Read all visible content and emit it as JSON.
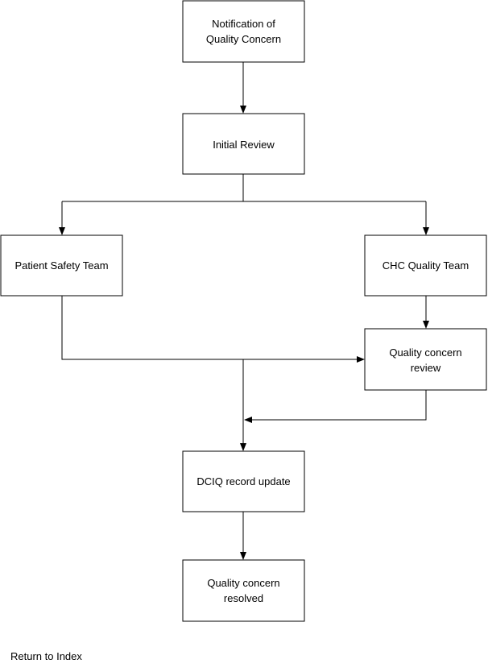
{
  "nodes": {
    "notification": [
      "Notification of",
      "Quality Concern"
    ],
    "initial_review": [
      "Initial Review"
    ],
    "patient_safety": [
      "Patient Safety Team"
    ],
    "chc_quality": [
      "CHC Quality Team"
    ],
    "quality_review": [
      "Quality concern",
      "review"
    ],
    "dciq_update": [
      "DCIQ record update"
    ],
    "resolved": [
      "Quality concern",
      "resolved"
    ]
  },
  "footer": {
    "return_link": "Return to Index"
  },
  "colors": {
    "stroke": "#000000",
    "fill": "#ffffff",
    "text": "#000000"
  }
}
